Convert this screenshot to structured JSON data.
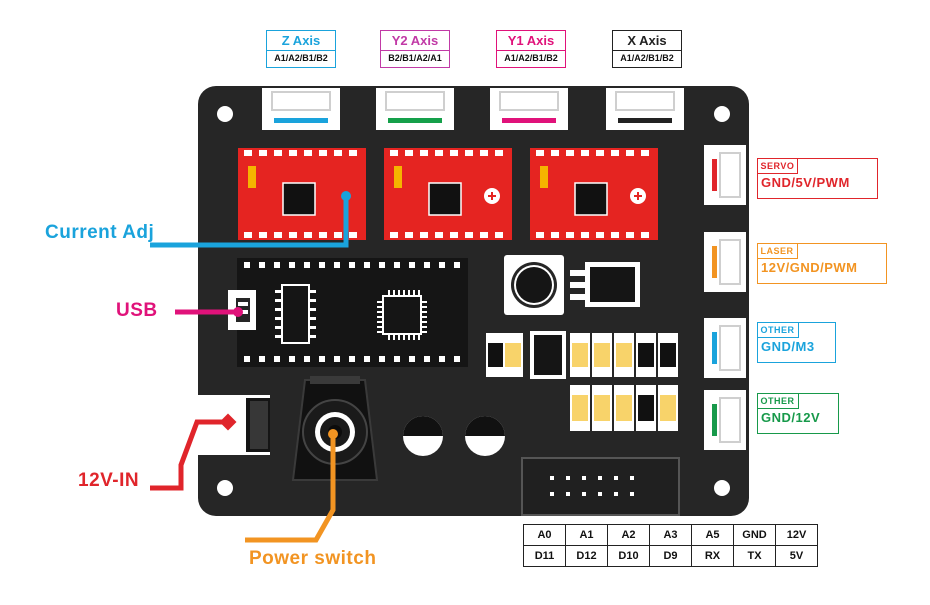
{
  "axes": [
    {
      "title": "Z Axis",
      "pins": "A1/A2/B1/B2",
      "color": "#1aa3dc"
    },
    {
      "title": "Y2 Axis",
      "pins": "B2/B1/A2/A1",
      "color": "#c13aa6"
    },
    {
      "title": "Y1 Axis",
      "pins": "A1/A2/B1/B2",
      "color": "#e0127a"
    },
    {
      "title": "X Axis",
      "pins": "A1/A2/B1/B2",
      "color": "#222222"
    }
  ],
  "connector_stripes": [
    "#1aa3dc",
    "#15a04a",
    "#e0127a",
    "#222222"
  ],
  "right_connectors": [
    {
      "small": "SERVO",
      "big": "GND/5V/PWM",
      "color": "#e0252b"
    },
    {
      "small": "LASER",
      "big": "12V/GND/PWM",
      "color": "#f29422"
    },
    {
      "small": "OTHER",
      "big": "GND/M3",
      "color": "#1aa3dc"
    },
    {
      "small": "OTHER",
      "big": "GND/12V",
      "color": "#17994a"
    }
  ],
  "callouts": {
    "current_adj": {
      "label": "Current Adj",
      "color": "#1aa3dc"
    },
    "usb": {
      "label": "USB",
      "color": "#e0127a"
    },
    "power_in": {
      "label": "12V-IN",
      "color": "#e0252b"
    },
    "power_switch": {
      "label": "Power switch",
      "color": "#f29422"
    }
  },
  "pin_table": {
    "row1": [
      "A0",
      "A1",
      "A2",
      "A3",
      "A5",
      "GND",
      "12V"
    ],
    "row2": [
      "D11",
      "D12",
      "D10",
      "D9",
      "RX",
      "TX",
      "5V"
    ]
  }
}
